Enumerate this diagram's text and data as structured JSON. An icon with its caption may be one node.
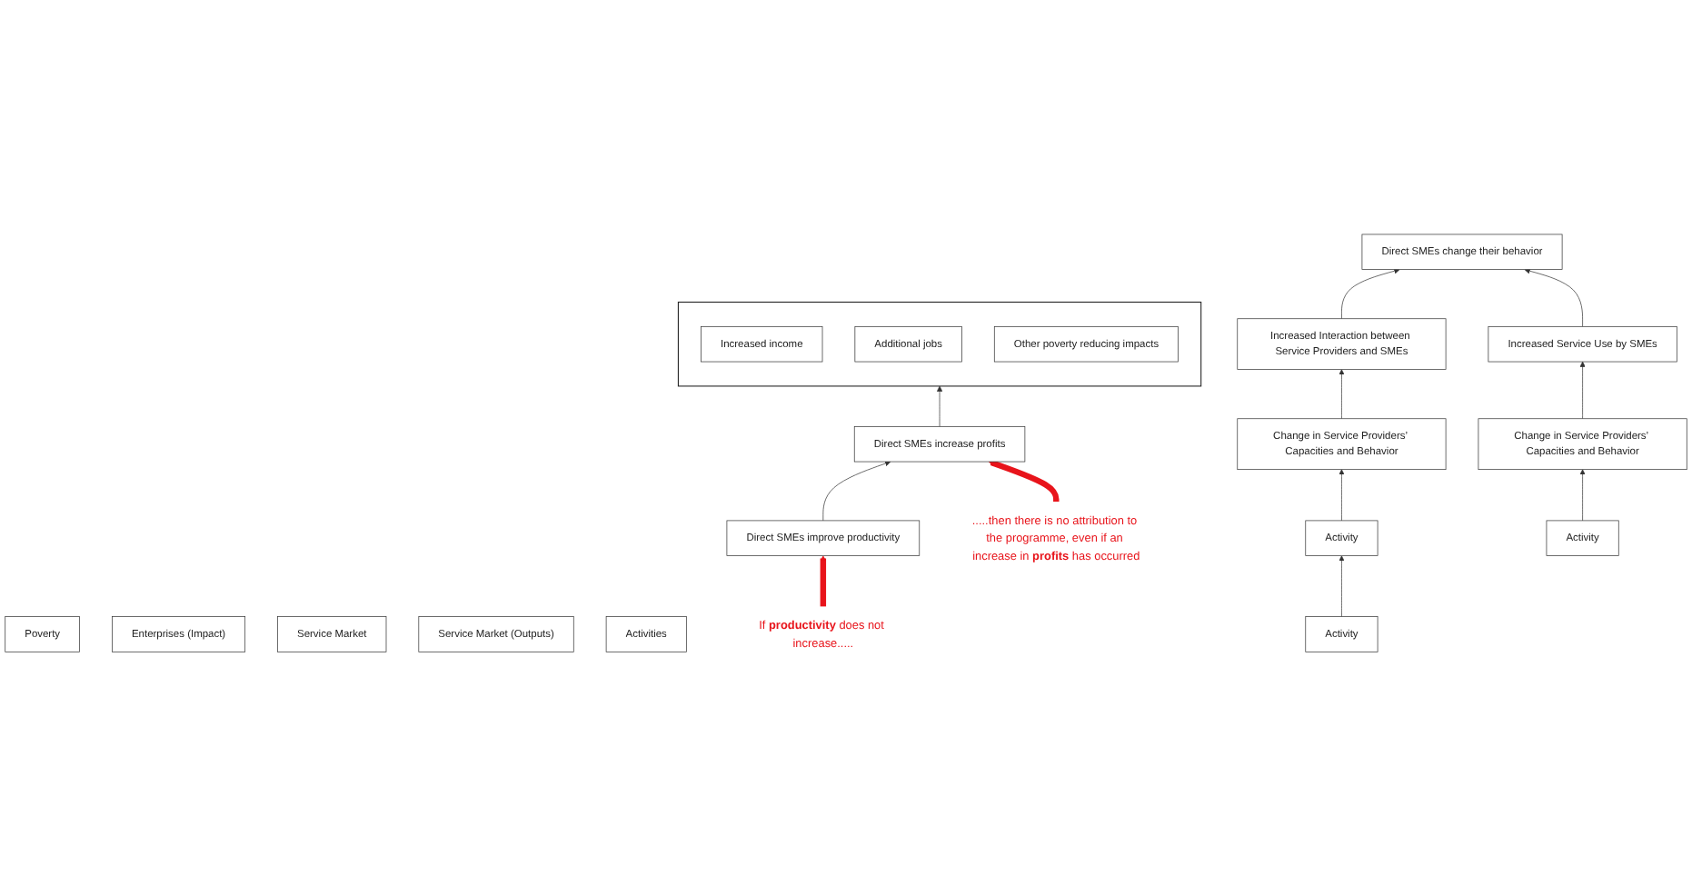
{
  "diagram": {
    "nodes": [
      {
        "text": [
          "Poverty"
        ]
      },
      {
        "text": [],
        "shape": "box"
      },
      {
        "text": [
          "Increased income"
        ],
        "in": 1
      },
      {
        "text": [
          "Additional jobs"
        ],
        "in": 1
      },
      {
        "text": [
          "Other poverty reducing impacts"
        ],
        "in": 1
      },
      {
        "text": [
          "Enterprises (Impact)"
        ]
      },
      {
        "text": [
          "Direct SMEs increase profits"
        ]
      },
      {
        "text": [
          "Direct SMEs improve productivity"
        ]
      },
      {
        "text": [
          "Direct SMEs change their behavior"
        ]
      },
      {
        "text": [
          "Service Market"
        ]
      },
      {
        "text": [
          "Increased Interaction between Service Providers and SMEs"
        ]
      },
      {
        "text": [
          "Increased Service Use by SMEs"
        ]
      },
      {
        "text": [
          "Service Market (Outputs)"
        ]
      },
      {
        "text": [
          "Change in Service Providers’ Capacities and Behavior"
        ]
      },
      {
        "text": [
          "Change in Service Providers’ Capacities and Behavior"
        ]
      },
      {
        "text": [
          "Activities"
        ]
      },
      {
        "text": [
          "Activity"
        ]
      },
      {
        "text": [
          "Activity"
        ]
      },
      {
        "text": [
          "Activity"
        ]
      },
      {
        "text": [
          ".....then there is no attribution to the programme, even if an increase in **profits** has occurred"
        ]
      },
      {
        "text": [
          "If **productivity** does not increase....."
        ]
      }
    ],
    "edges": [
      {
        "from": 6,
        "to": 1,
        "arrow": "to"
      },
      {
        "from": 7,
        "to": 6,
        "arrow": "to"
      },
      {
        "from": 10,
        "to": 8,
        "arrow": "to"
      },
      {
        "from": 11,
        "to": 8,
        "arrow": "to"
      },
      {
        "from": 13,
        "to": 10,
        "arrow": "to"
      },
      {
        "from": 14,
        "to": 11,
        "arrow": "to"
      },
      {
        "from": 16,
        "to": 13,
        "arrow": "to"
      },
      {
        "from": 17,
        "to": 14,
        "arrow": "to"
      },
      {
        "from": 18,
        "to": 16,
        "arrow": "to"
      },
      {
        "from": 19,
        "to": 6,
        "arrow": "to",
        "style": "thick",
        "color": "#e8141b"
      },
      {
        "from": 20,
        "to": 7,
        "arrow": "to",
        "style": "thick",
        "color": "#e8141b"
      }
    ]
  }
}
